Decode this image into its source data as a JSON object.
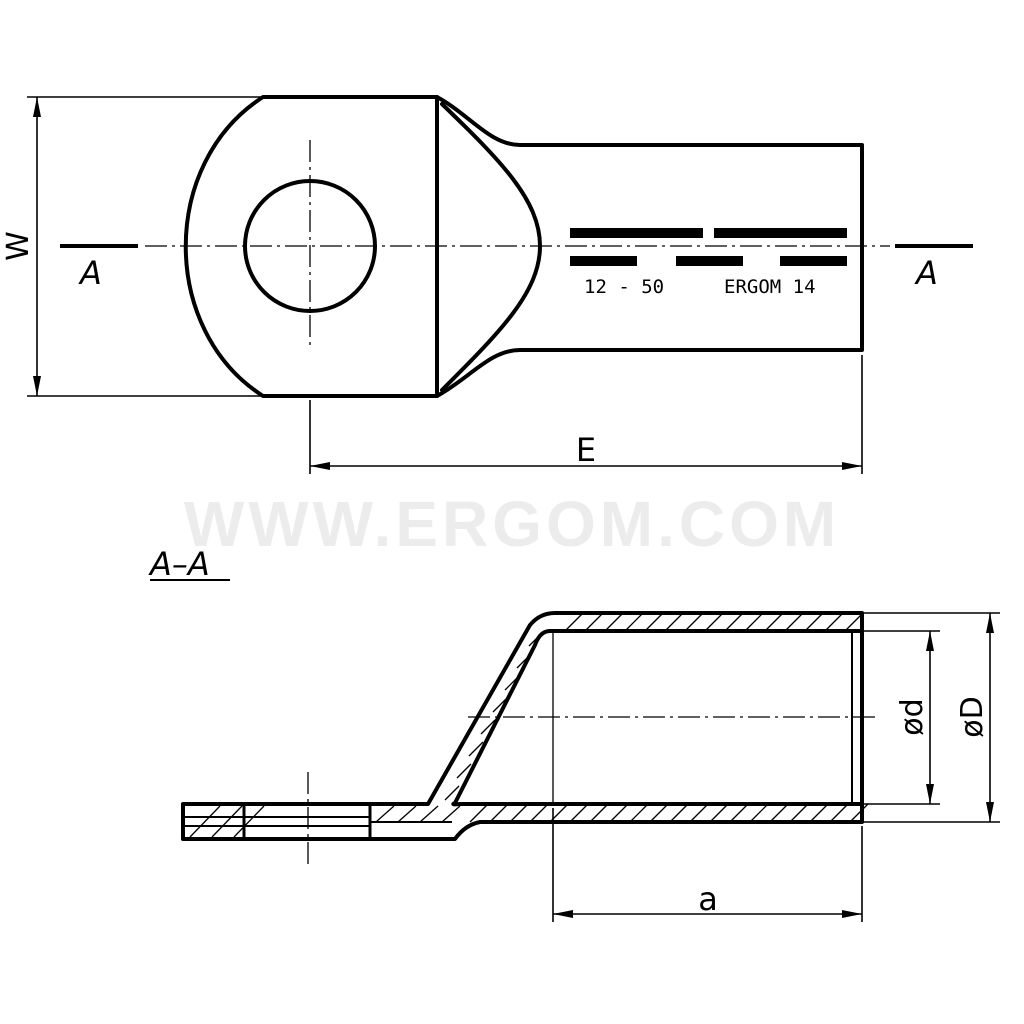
{
  "watermark": "WWW.ERGOM.COM",
  "top_view": {
    "section_marker_left": "A",
    "section_marker_right": "A",
    "dim_width": "W",
    "dim_length": "E",
    "marking_text_left": "12 - 50",
    "marking_text_right": "ERGOM 14"
  },
  "section_view": {
    "title": "A–A",
    "dim_inner_diameter": "ød",
    "dim_outer_diameter": "øD",
    "dim_barrel_depth": "a"
  }
}
